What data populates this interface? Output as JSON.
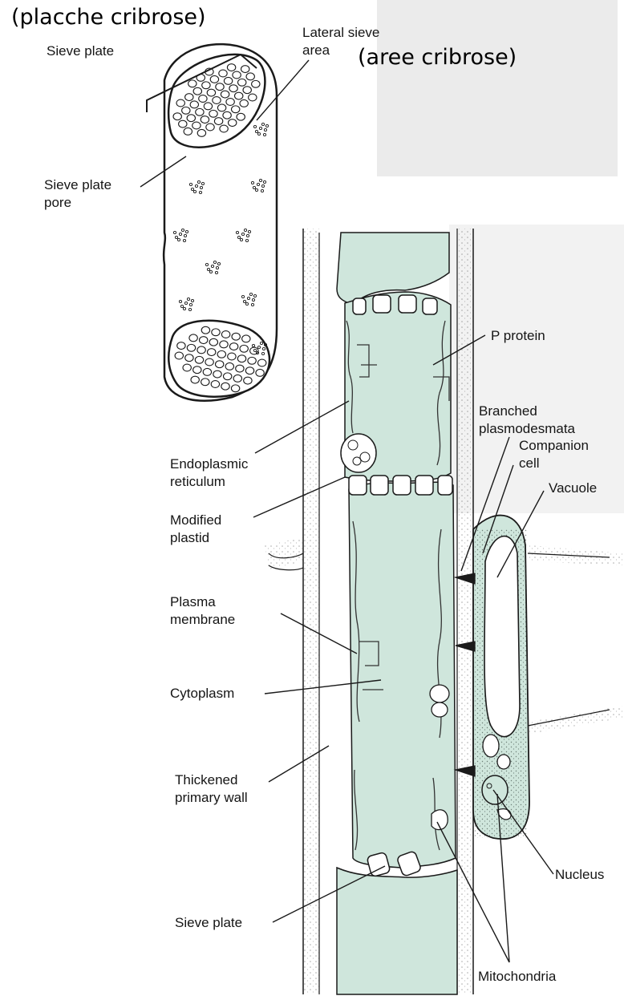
{
  "italian": {
    "placche": "(placche cribrose)",
    "aree": "(aree cribrose)"
  },
  "labels": {
    "sieve_plate_top": "Sieve plate",
    "lateral_1": "Lateral sieve",
    "lateral_2": "area",
    "pore_1": "Sieve plate",
    "pore_2": "pore",
    "p_protein": "P protein",
    "branched_1": "Branched",
    "branched_2": "plasmodesmata",
    "er_1": "Endoplasmic",
    "er_2": "reticulum",
    "companion_1": "Companion",
    "companion_2": "cell",
    "modified_1": "Modified",
    "modified_2": "plastid",
    "vacuole": "Vacuole",
    "plasma_1": "Plasma",
    "plasma_2": "membrane",
    "cytoplasm": "Cytoplasm",
    "thick_1": "Thickened",
    "thick_2": "primary wall",
    "nucleus": "Nucleus",
    "sieve_plate_bottom": "Sieve plate",
    "mitochondria": "Mitochondria"
  },
  "colors": {
    "cytoplasm_fill": "#cfe6dc",
    "outline": "#1a1a1a"
  }
}
